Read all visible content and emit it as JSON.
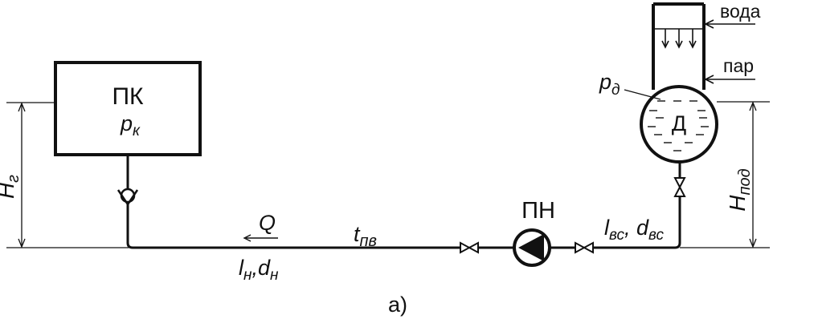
{
  "boiler": {
    "label": "ПК",
    "pressure_main": "p",
    "pressure_sub": "к"
  },
  "deaerator": {
    "label": "Д",
    "pressure_main": "p",
    "pressure_sub": "д"
  },
  "water_label": "вода",
  "steam_label": "пар",
  "pump_label": "ПН",
  "flow_label": "Q",
  "temp": {
    "main": "t",
    "sub": "пв"
  },
  "suction_pipe": {
    "l": "l",
    "l_sub": "вс",
    "sep": ", ",
    "d": "d",
    "d_sub": "вс"
  },
  "discharge_pipe": {
    "l": "l",
    "l_sub": "н",
    "sep": ",",
    "d": "d",
    "d_sub": "н"
  },
  "h_geo": {
    "main": "H",
    "sub": "г"
  },
  "h_pod": {
    "main": "H",
    "sub": "под"
  },
  "caption": "а)"
}
